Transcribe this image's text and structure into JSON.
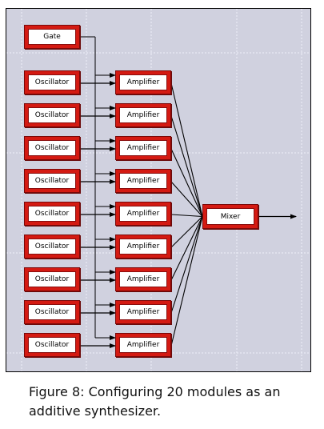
{
  "diagram": {
    "gate_label": "Gate",
    "oscillator_label": "Oscillator",
    "amplifier_label": "Amplifier",
    "mixer_label": "Mixer",
    "oscillator_count": 9,
    "amplifier_count": 9
  },
  "caption": "Figure 8: Configuring 20 modules as an additive synthesizer."
}
